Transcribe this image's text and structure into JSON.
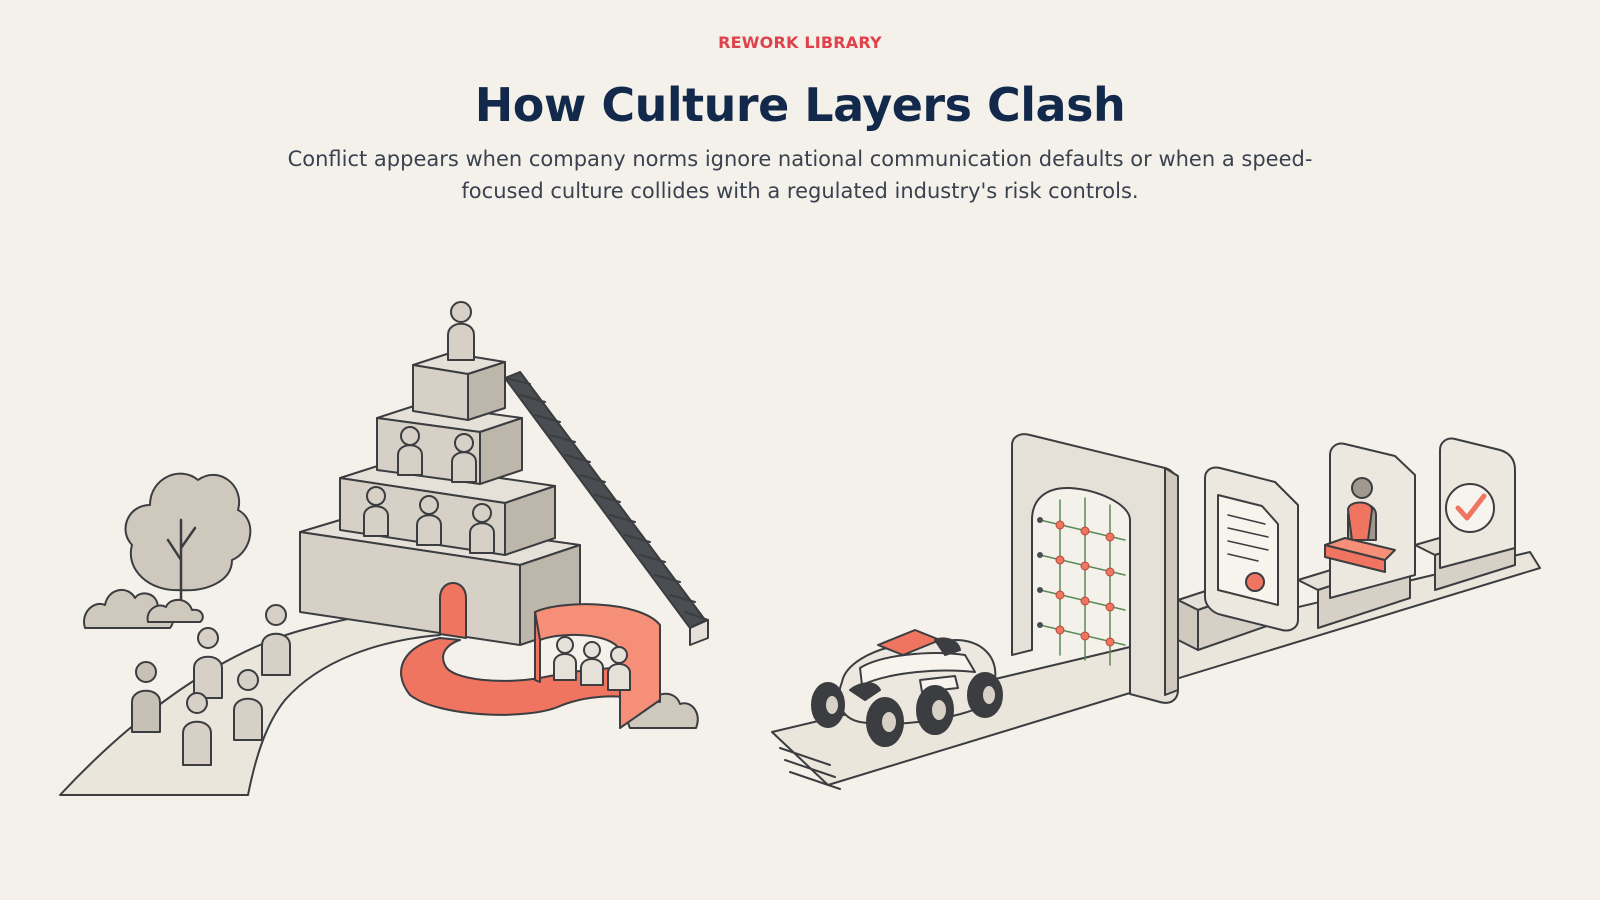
{
  "header": {
    "eyebrow": "REWORK LIBRARY",
    "title": "How Culture Layers Clash",
    "subtitle": "Conflict appears when company norms ignore national communication defaults or when a speed-focused culture collides with a regulated industry's risk controls."
  },
  "illustration": {
    "left_scene": "pyramid-hierarchy-scene",
    "right_scene": "regulated-gate-scene",
    "colors": {
      "background": "#f4f1ea",
      "accent": "#f07560",
      "stone": "#d6d0c6",
      "ink": "#3b3d40",
      "title": "#13294b",
      "eyebrow": "#e0424c"
    }
  }
}
